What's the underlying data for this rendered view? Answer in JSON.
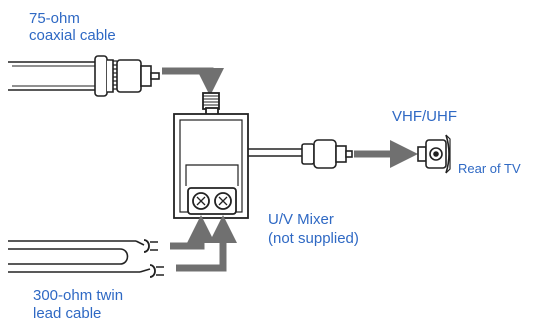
{
  "labels": {
    "coax_line1": "75-ohm",
    "coax_line2": "coaxial cable",
    "vhf_uhf": "VHF/UHF",
    "rear_of_tv": "Rear of TV",
    "mixer_line1": "U/V Mixer",
    "mixer_line2": "(not supplied)",
    "twin_line1": "300-ohm twin",
    "twin_line2": "lead cable"
  },
  "colors": {
    "label_text": "#2f69c4",
    "line": "#222222",
    "arrow": "#707070",
    "background": "#ffffff"
  }
}
